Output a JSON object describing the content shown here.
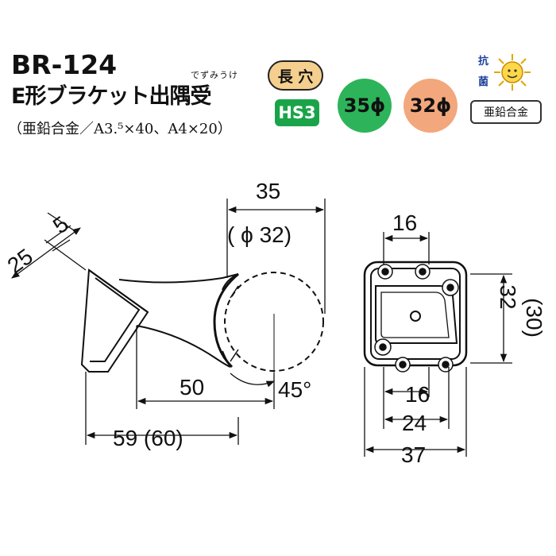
{
  "header": {
    "product_code": "BR-124",
    "product_name": "E形ブラケット出隅受",
    "furigana": "でずみうけ",
    "spec": "（亜鉛合金／A3.⁵×40、A4×20）"
  },
  "badges": {
    "slot": "長 穴",
    "hs": "HS3",
    "diam_35": "35ϕ",
    "diam_32": "32ϕ",
    "material": "亜鉛合金",
    "antibacterial_1": "抗",
    "antibacterial_2": "菌"
  },
  "dimensions": {
    "d35": "35",
    "d32": "( ϕ 32)",
    "d25": "25",
    "d5": "5",
    "d50": "50",
    "angle": "45°",
    "d59": "59 (60)",
    "d16_top": "16",
    "d32_side": "32",
    "d30_side": "(30)",
    "d16_bottom": "16",
    "d24": "24",
    "d37": "37"
  },
  "colors": {
    "badge_slot": "#f4cf8e",
    "badge_hs": "#1aa44a",
    "badge_35": "#2db45a",
    "badge_32": "#f3a77d"
  }
}
